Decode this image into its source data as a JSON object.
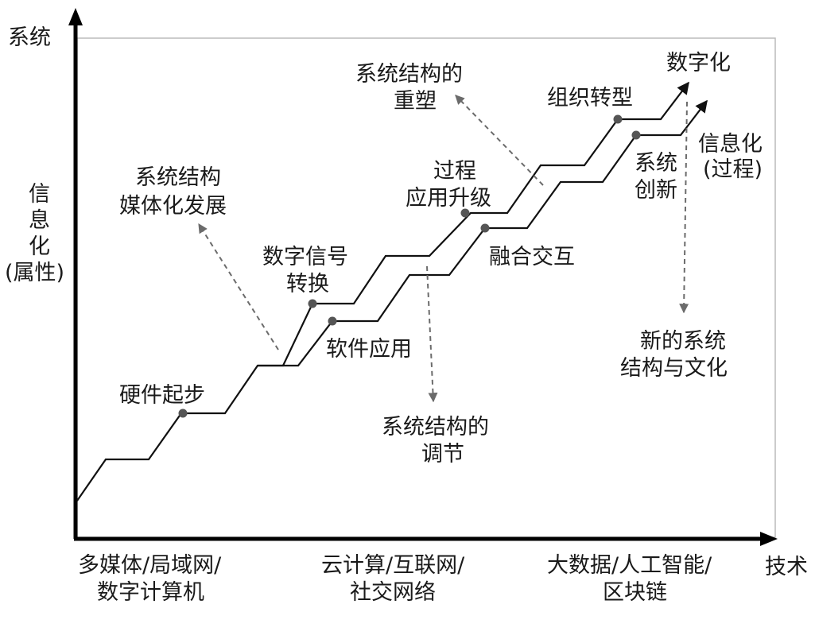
{
  "axes": {
    "y_label": "系统",
    "y_property_lines": [
      "信",
      "息",
      "化",
      "(属性)"
    ],
    "x_label": "技术"
  },
  "x_categories": [
    {
      "lines": [
        "多媒体/局域网/",
        "数字计算机"
      ]
    },
    {
      "lines": [
        "云计算/互联网/",
        "社交网络"
      ]
    },
    {
      "lines": [
        "大数据/人工智能/",
        "区块链"
      ]
    }
  ],
  "steps": {
    "hardware_start": "硬件起步",
    "digital_signal": [
      "数字信号",
      "转换"
    ],
    "software_app": "软件应用",
    "process_upgrade": [
      "过程",
      "应用升级"
    ],
    "fusion_interaction": "融合交互",
    "org_transform": "组织转型",
    "system_innovation": [
      "系统",
      "创新"
    ]
  },
  "endpoints": {
    "digitalization": "数字化",
    "informatization": [
      "信息化",
      "(过程)"
    ]
  },
  "annotations": {
    "media_development": [
      "系统结构",
      "媒体化发展"
    ],
    "regulation": [
      "系统结构的",
      "调节"
    ],
    "reshaping": [
      "系统结构的",
      "重塑"
    ],
    "new_culture": [
      "新的系统",
      "结构与文化"
    ]
  },
  "colors": {
    "line": "#111111",
    "dot": "#555555",
    "dashed_arrow": "#6b6b6b",
    "frame": "#bbbbbb"
  }
}
